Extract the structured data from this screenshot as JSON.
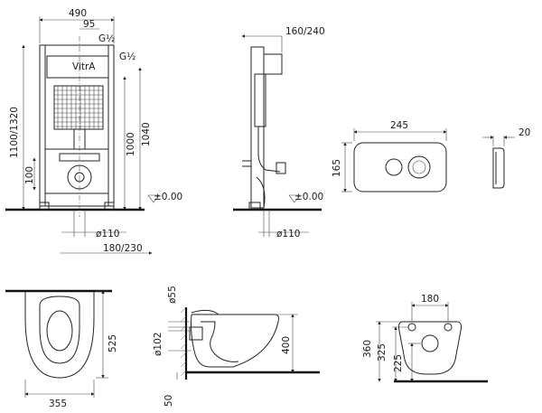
{
  "front_view": {
    "width_label": "490",
    "offset_label": "95",
    "pipe_label_1": "G½",
    "pipe_label_2": "G½",
    "height_adj_label": "1100/1320",
    "height_1000_label": "1000",
    "height_1040_label": "1040",
    "height_100_label": "100",
    "level_label": "±0.00",
    "pipe_dia_label": "ø110",
    "depth_label": "180/230",
    "brand_label": "VitrA"
  },
  "side_view": {
    "depth_label": "160/240",
    "level_label": "±0.00",
    "pipe_dia_label": "ø110"
  },
  "flush_plate": {
    "width_label": "245",
    "height_label": "165"
  },
  "flush_plate_side": {
    "thickness_label": "20"
  },
  "bowl_top": {
    "length_label": "525",
    "width_label": "355"
  },
  "bowl_side": {
    "inlet_label": "ø55",
    "outlet_label": "ø102",
    "height_label": "400",
    "floor_label": "50"
  },
  "bowl_back": {
    "spacing_label": "180",
    "h360_label": "360",
    "h325_label": "325",
    "h225_label": "225"
  }
}
